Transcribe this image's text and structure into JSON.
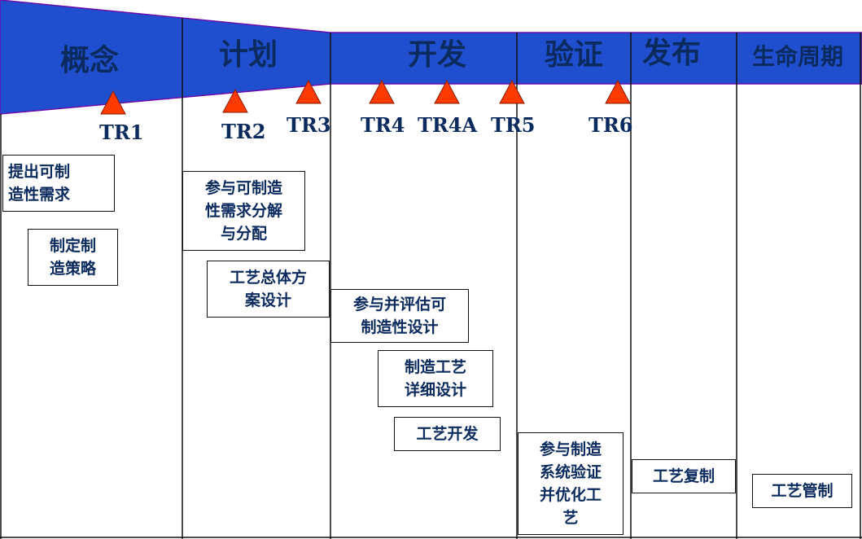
{
  "phases": [
    {
      "label": "概念"
    },
    {
      "label": "计划"
    },
    {
      "label": "开发"
    },
    {
      "label": "验证"
    },
    {
      "label": "发布"
    },
    {
      "label": "生命周期"
    }
  ],
  "milestones": [
    "TR1",
    "TR2",
    "TR3",
    "TR4",
    "TR4A",
    "TR5",
    "TR6"
  ],
  "activities": [
    {
      "text": "提出可制\n造性需求"
    },
    {
      "text": "制定制\n造策略"
    },
    {
      "text": "参与可制造\n性需求分解\n与分配"
    },
    {
      "text": "工艺总体方\n案设计"
    },
    {
      "text": "参与并评估可\n制造性设计"
    },
    {
      "text": "制造工艺\n详细设计"
    },
    {
      "text": "工艺开发"
    },
    {
      "text": "参与制造\n系统验证\n并优化工\n艺"
    },
    {
      "text": "工艺复制"
    },
    {
      "text": "工艺管制"
    }
  ],
  "colors": {
    "band_fill": "#1f4fcf",
    "band_text": "#0b2a5e",
    "marker_fill": "#ff3b00",
    "line": "#111111"
  }
}
